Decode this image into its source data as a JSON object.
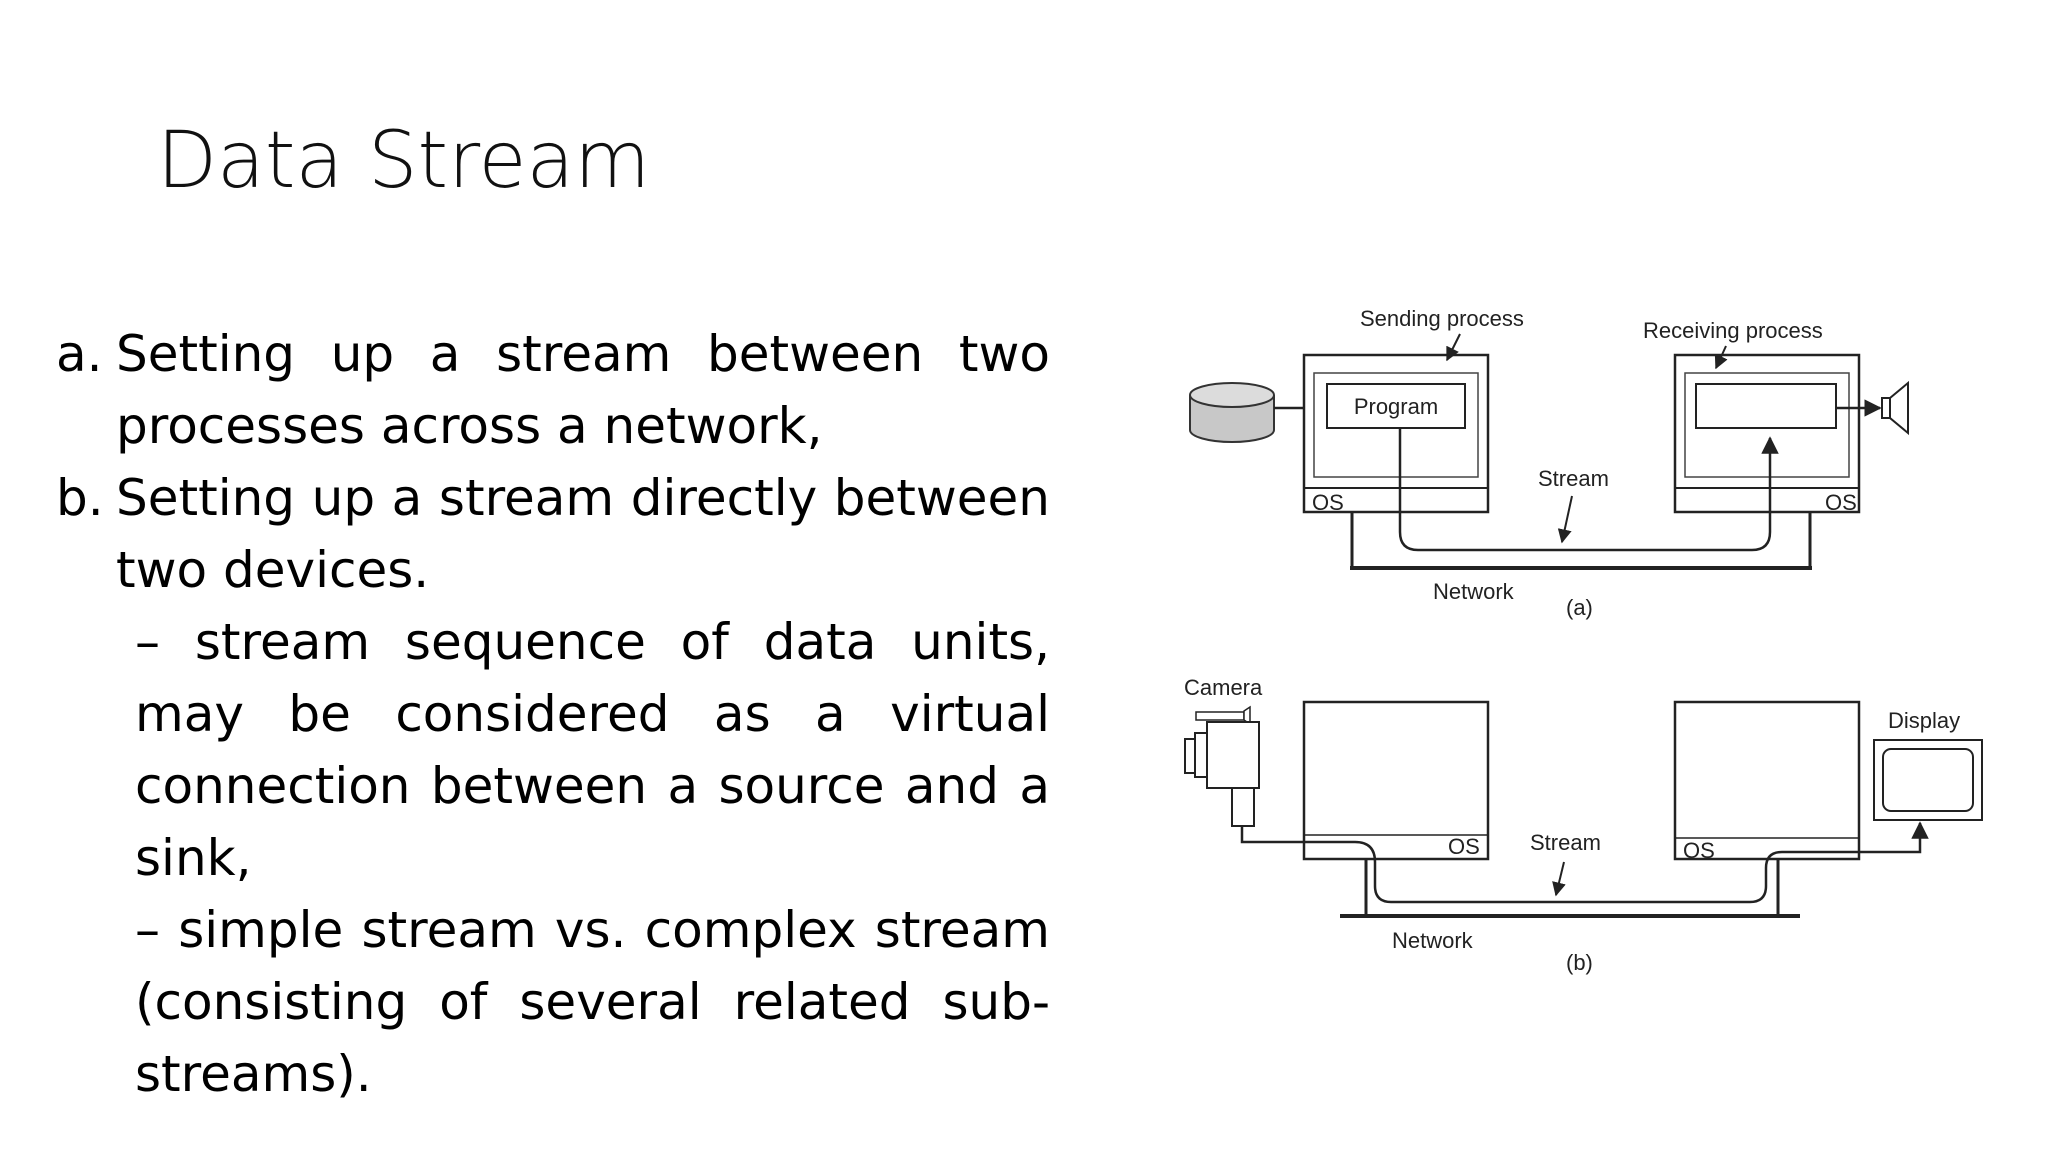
{
  "slide": {
    "title": "Data Stream",
    "items": [
      {
        "marker": "a.",
        "text": "Setting up a stream between two processes across a network,"
      },
      {
        "marker": "b.",
        "text": "Setting up a stream directly between two devices."
      }
    ],
    "subitems": [
      "– stream sequence of data units, may be considered as a virtual connection between a source and a sink,",
      "– simple stream vs. complex stream (consisting of several related sub-streams)."
    ]
  },
  "figure": {
    "a": {
      "sending_process": "Sending process",
      "receiving_process": "Receiving process",
      "program": "Program",
      "os_left": "OS",
      "os_right": "OS",
      "stream": "Stream",
      "network": "Network",
      "caption": "(a)"
    },
    "b": {
      "camera": "Camera",
      "display": "Display",
      "os_left": "OS",
      "os_right": "OS",
      "stream": "Stream",
      "network": "Network",
      "caption": "(b)"
    }
  }
}
